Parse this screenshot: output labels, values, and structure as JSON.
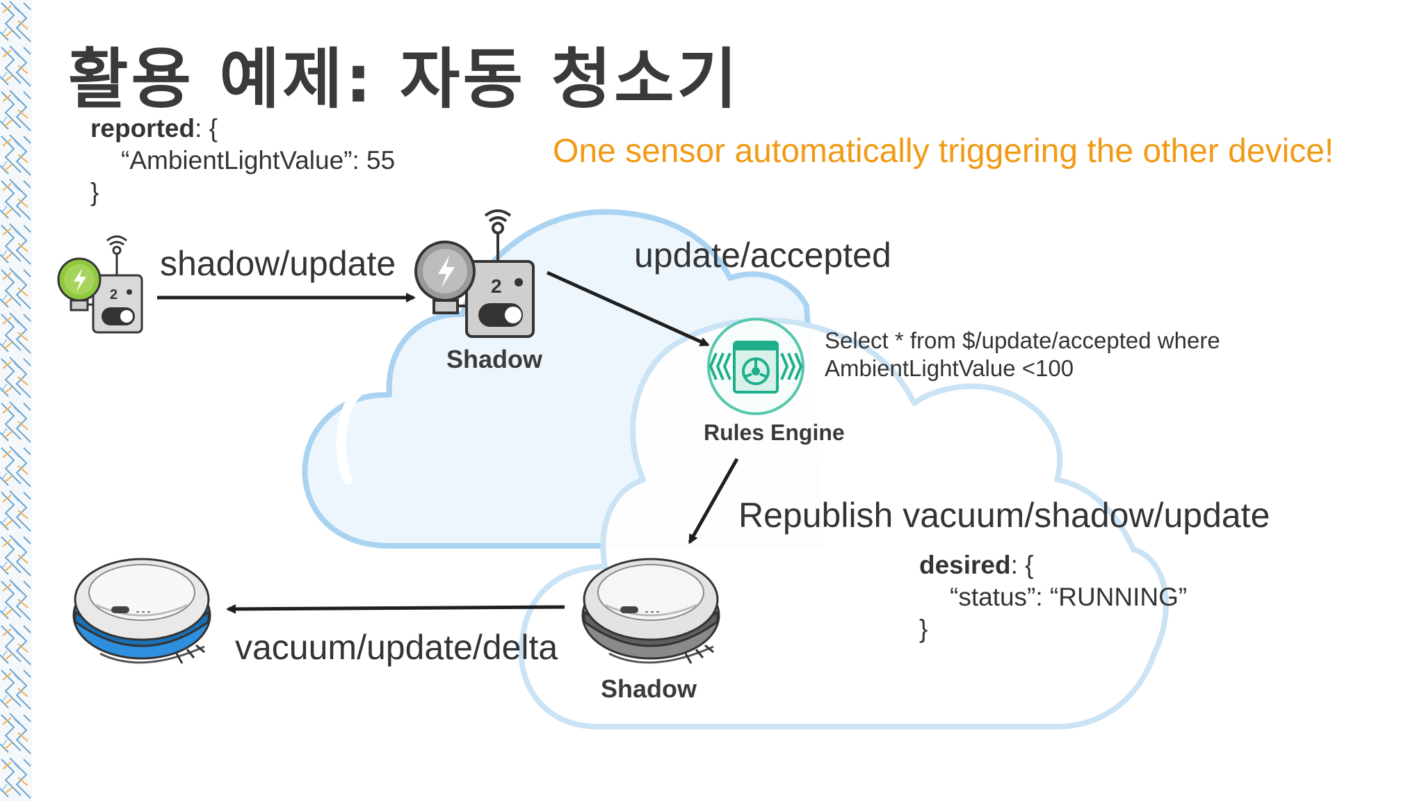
{
  "title": "활용 예제: 자동 청소기",
  "tagline": "One sensor automatically triggering the other device!",
  "reported_block": {
    "key": "reported",
    "open": ": {",
    "line": "“AmbientLightValue”: 55",
    "close": "}"
  },
  "desired_block": {
    "key": "desired",
    "open": ": {",
    "line": "“status”: “RUNNING”",
    "close": "}"
  },
  "topics": {
    "shadow_update": "shadow/update",
    "update_accepted": "update/accepted",
    "republish": "Republish vacuum/shadow/update",
    "vacuum_delta": "vacuum/update/delta"
  },
  "nodes": {
    "light_shadow_label": "Shadow",
    "rules_engine_label": "Rules Engine",
    "vacuum_shadow_label": "Shadow"
  },
  "rule_query": "Select * from $/update/accepted where\nAmbientLightValue <100",
  "icons": {
    "light_device": "smart-bulb-switch-icon",
    "light_shadow": "smart-bulb-switch-shadow-icon",
    "rules_engine": "rules-engine-icon",
    "vacuum_device": "robot-vacuum-icon",
    "vacuum_shadow": "robot-vacuum-shadow-icon"
  },
  "colors": {
    "accent": "#f09a16",
    "cloud_outline": "#a9d3f0",
    "cloud_fill": "#eef6fd",
    "rules_green": "#1fae8c",
    "bulb_green": "#8fc93f",
    "vacuum_blue": "#2e8fde",
    "text": "#333333"
  }
}
